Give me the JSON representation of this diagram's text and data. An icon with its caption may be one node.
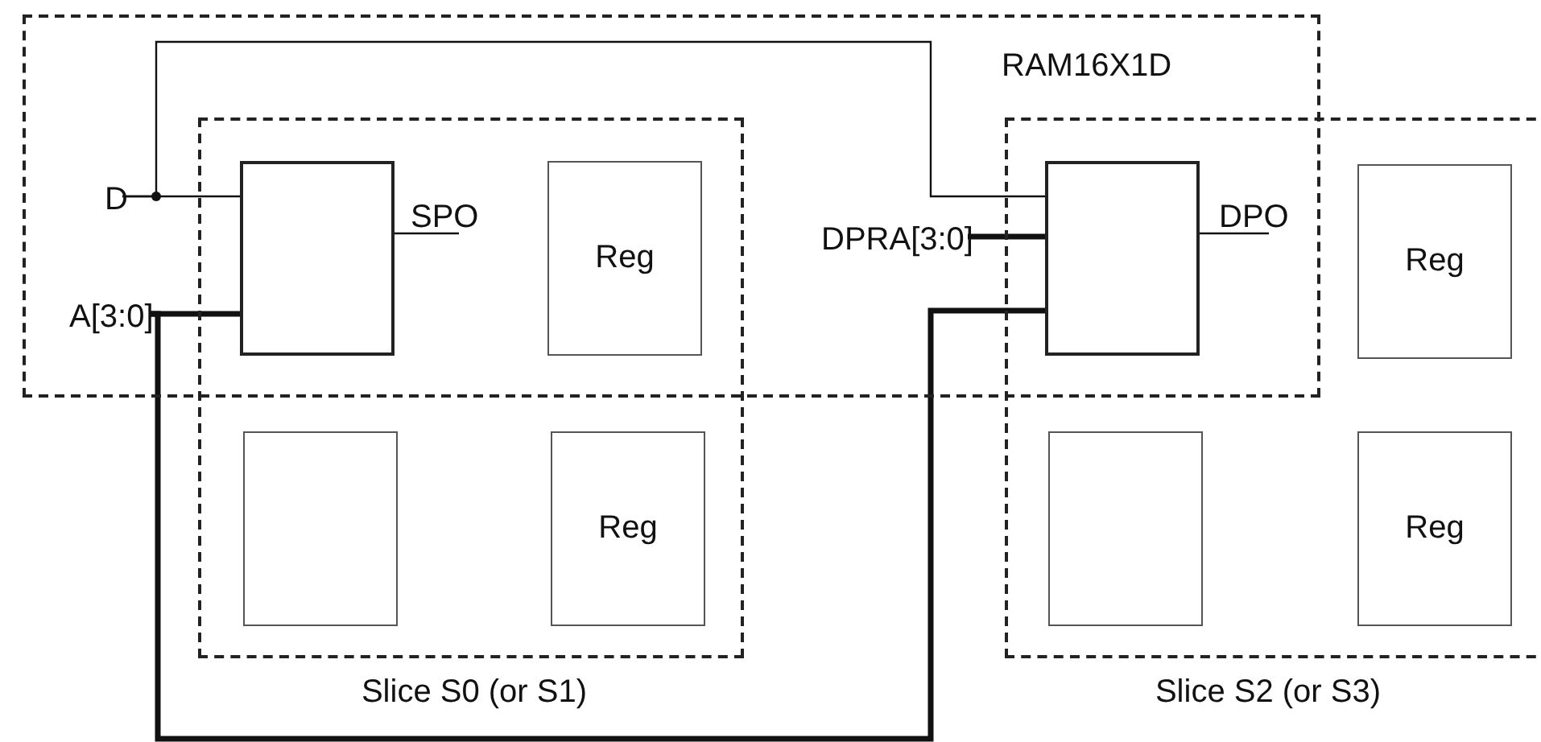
{
  "diagram": {
    "nodes": [
      {
        "text": [
          "RAM16X1D"
        ]
      },
      {
        "text": [
          "Slice S0 (or S1)"
        ]
      },
      {
        "text": [
          "Slice S2 (or S3)"
        ]
      },
      {
        "text": [],
        "shape": "box"
      },
      {
        "text": [
          "Reg"
        ]
      },
      {
        "text": [],
        "shape": "box",
        "in": 1
      },
      {
        "text": [
          "Reg"
        ],
        "in": 1
      },
      {
        "text": [],
        "shape": "box"
      },
      {
        "text": [
          "Reg"
        ],
        "in": 2
      },
      {
        "text": [],
        "shape": "box",
        "in": 2
      },
      {
        "text": [
          "Reg"
        ],
        "in": 2
      },
      {
        "text": [
          "D"
        ],
        "in": 0
      },
      {
        "text": [
          "A[3:0]"
        ],
        "in": 0
      },
      {
        "text": [
          "SPO"
        ]
      },
      {
        "text": [
          "DPRA[3:0]"
        ],
        "in": 0
      },
      {
        "text": [
          "DPO"
        ]
      }
    ],
    "edges": [
      {
        "from": 11,
        "to": 3,
        "arrow": "none"
      },
      {
        "from": 11,
        "to": 7,
        "arrow": "none"
      },
      {
        "from": 12,
        "to": 3,
        "arrow": "none",
        "style": "thick"
      },
      {
        "from": 12,
        "to": 7,
        "arrow": "none",
        "style": "thick"
      },
      {
        "from": 3,
        "to": 13,
        "arrow": "none"
      },
      {
        "from": 14,
        "to": 7,
        "arrow": "none",
        "style": "thick"
      },
      {
        "from": 7,
        "to": 15,
        "arrow": "none"
      }
    ]
  }
}
